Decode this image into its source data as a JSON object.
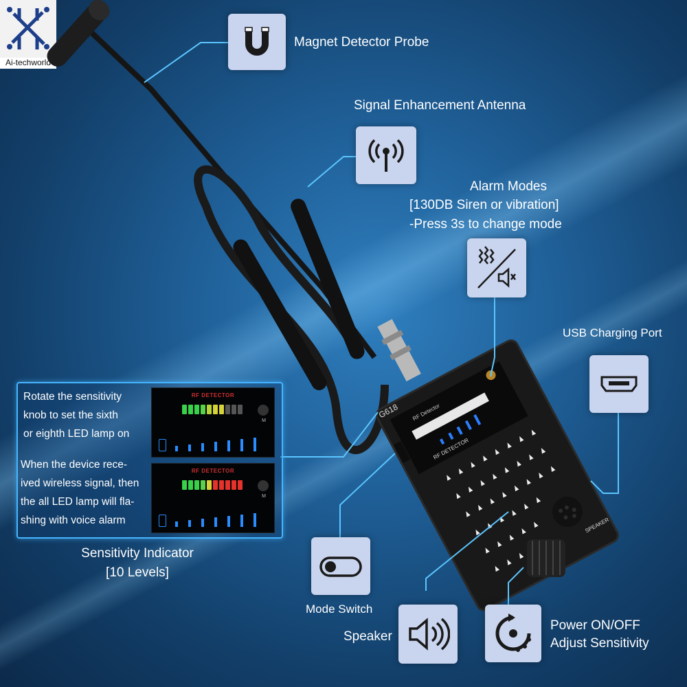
{
  "watermark": {
    "text": "Ai-techworld"
  },
  "features": {
    "magnet": {
      "label": "Magnet Detector Probe",
      "icon": "magnet-icon"
    },
    "antenna": {
      "label": "Signal Enhancement Antenna",
      "icon": "signal-antenna-icon"
    },
    "alarm": {
      "line1": "Alarm Modes",
      "line2": "[130DB Siren or vibration]",
      "line3": "-Press 3s to change mode",
      "icon": "vibrate-mute-icon"
    },
    "usb": {
      "label": "USB Charging Port",
      "icon": "usb-port-icon"
    },
    "mode": {
      "label": "Mode Switch",
      "icon": "toggle-switch-icon"
    },
    "speaker": {
      "label": "Speaker",
      "icon": "speaker-icon"
    },
    "power": {
      "line1": "Power ON/OFF",
      "line2": "Adjust Sensitivity",
      "icon": "power-rotate-icon"
    }
  },
  "sensitivity": {
    "text1": [
      "Rotate the sensitivity",
      "knob to set the sixth",
      "or eighth LED lamp on"
    ],
    "text2": [
      "When the device rece-",
      "ived wireless signal, then",
      "the all LED lamp will fla-",
      "shing with voice alarm"
    ],
    "panel_title": "RF DETECTOR",
    "panel_knob_label": "M",
    "caption1": "Sensitivity Indicator",
    "caption2": "[10 Levels]"
  },
  "device": {
    "model": "G618",
    "face_label": "RF Detector",
    "panel_label": "RF DETECTOR",
    "speaker_label": "SPEAKER"
  },
  "colors": {
    "callout_border": "#45b6ff",
    "icon_bg": "#c9d4ee",
    "led_green": "#39d14a",
    "led_yellow": "#d8d23a",
    "led_red": "#e5322b",
    "led_off": "#555555"
  }
}
